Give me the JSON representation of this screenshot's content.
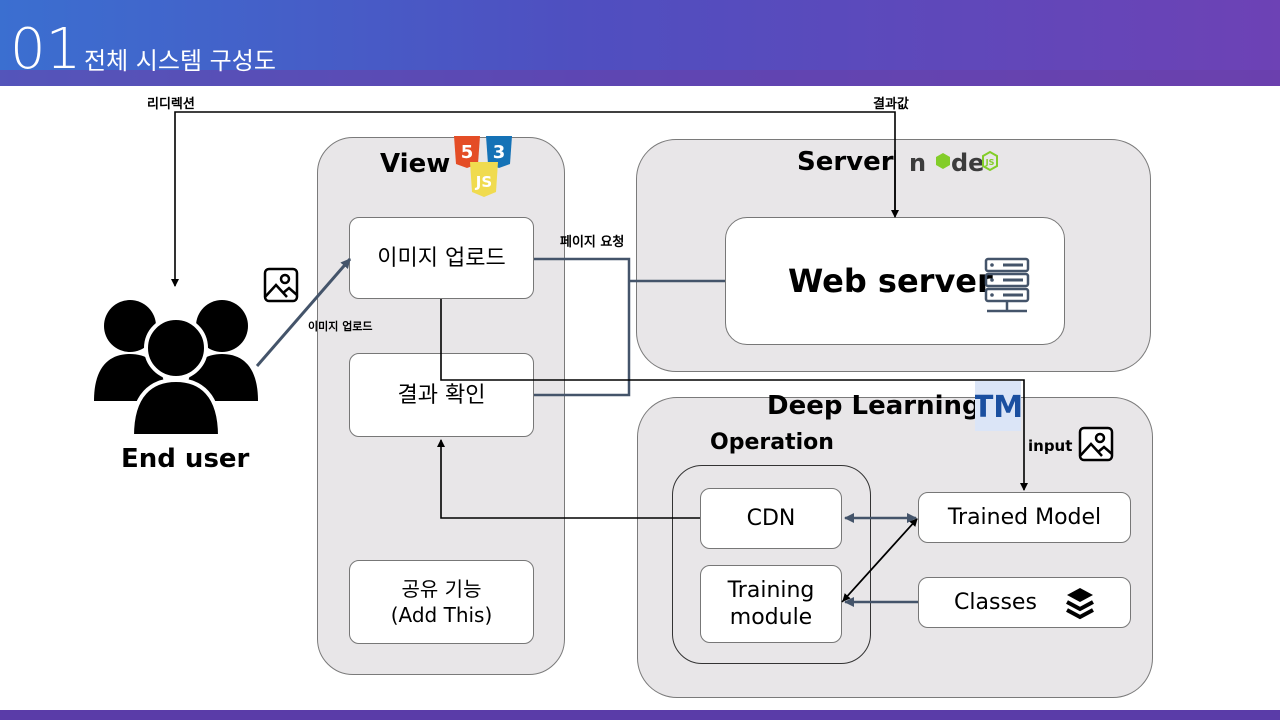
{
  "header": {
    "number": "01",
    "title": "전체 시스템 구성도"
  },
  "annotations": {
    "redirect": "리디렉션",
    "result_value": "결과값",
    "page_request": "페이지 요청",
    "image_upload_small": "이미지 업로드",
    "input": "input"
  },
  "end_user": {
    "label": "End user"
  },
  "view": {
    "title": "View",
    "upload": "이미지 업로드",
    "check": "결과 확인",
    "share_line1": "공유 기능",
    "share_line2": "(Add This)"
  },
  "server": {
    "title": "Server",
    "node_logo": "node",
    "node_badge": "JS",
    "web_server": "Web server"
  },
  "deep_learning": {
    "title": "Deep Learning",
    "tm_logo": "TM",
    "operation_title": "Operation",
    "cdn": "CDN",
    "training_line1": "Training",
    "training_line2": "module",
    "trained_model": "Trained Model",
    "classes": "Classes"
  },
  "icons": {
    "users": "users-group-icon",
    "image": "image-icon",
    "server": "server-rack-icon",
    "layers": "layers-icon",
    "html_css_js": "html-css-js-logo",
    "node": "nodejs-logo",
    "teachable_machine": "teachable-machine-logo"
  },
  "colors": {
    "header_start": "#3b6fd0",
    "header_end": "#6d42b5",
    "panel_bg": "#e8e6e8",
    "connector": "#44546a",
    "html5": "#e44d26",
    "css3": "#1572b6",
    "js": "#f0db4f",
    "node_green": "#83cd29"
  }
}
